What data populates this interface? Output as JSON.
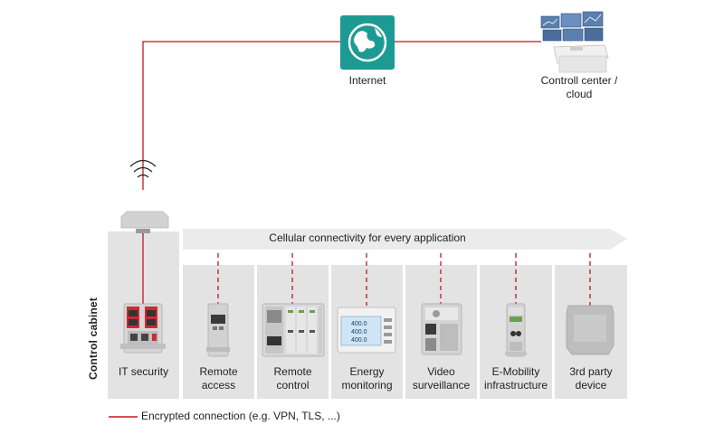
{
  "colors": {
    "connection": "#c8141e",
    "globe": "#1d9a93",
    "panel": "#e3e3e3",
    "banner": "#ededed",
    "device": "#d4d4d4"
  },
  "nodes": {
    "internet": {
      "label": "Internet",
      "icon": "globe-icon"
    },
    "control_center": {
      "label": "Controll center /\ncloud",
      "icon": "control-room-icon"
    },
    "router": {
      "icon": "cellular-router-icon"
    }
  },
  "cabinet": {
    "label": "Control  cabinet",
    "banner": "Cellular connectivity for every application",
    "it_security": {
      "label": "IT security",
      "icon": "firewall-device-icon"
    },
    "applications": [
      {
        "label": "Remote\naccess",
        "icon": "remote-access-module-icon"
      },
      {
        "label": "Remote\ncontrol",
        "icon": "plc-controller-icon"
      },
      {
        "label": "Energy\nmonitoring",
        "icon": "energy-meter-icon"
      },
      {
        "label": "Video\nsurveillance",
        "icon": "video-encoder-icon"
      },
      {
        "label": "E-Mobility\ninfrastructure",
        "icon": "charging-controller-icon"
      },
      {
        "label": "3rd party\ndevice",
        "icon": "generic-device-icon"
      }
    ]
  },
  "meter_readings": [
    "400.0",
    "400.0",
    "400.0"
  ],
  "legend": {
    "label": "Encrypted connection (e.g. VPN, TLS, ...)"
  }
}
